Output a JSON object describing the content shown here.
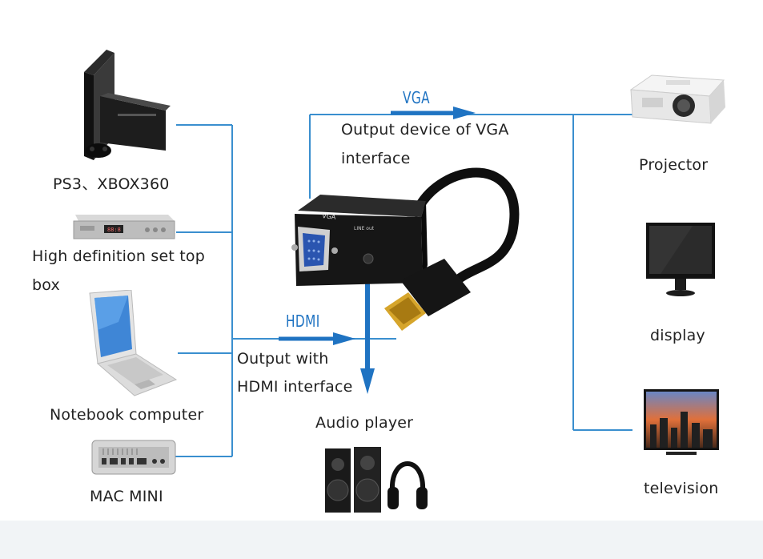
{
  "diagram": {
    "sources": {
      "ps3": "PS3、XBOX360",
      "settop_line1": "High definition set top",
      "settop_line2": "box",
      "notebook": "Notebook computer",
      "macmini": "MAC MINI"
    },
    "center": {
      "vga_tag": "VGA",
      "vga_line1": "Output device of VGA",
      "vga_line2": "interface",
      "hdmi_tag": "HDMI",
      "hdmi_line1": "Output with",
      "hdmi_line2": "HDMI interface",
      "audio": "Audio player",
      "adapter_vga_text": "VGA",
      "adapter_audio_text": "LINE out"
    },
    "targets": {
      "projector": "Projector",
      "display": "display",
      "television": "television"
    },
    "colors": {
      "line": "#3a8fcf",
      "arrow": "#1f73c2",
      "device_dark": "#1b1b1b",
      "hdmi_gold": "#d6a52b"
    }
  }
}
